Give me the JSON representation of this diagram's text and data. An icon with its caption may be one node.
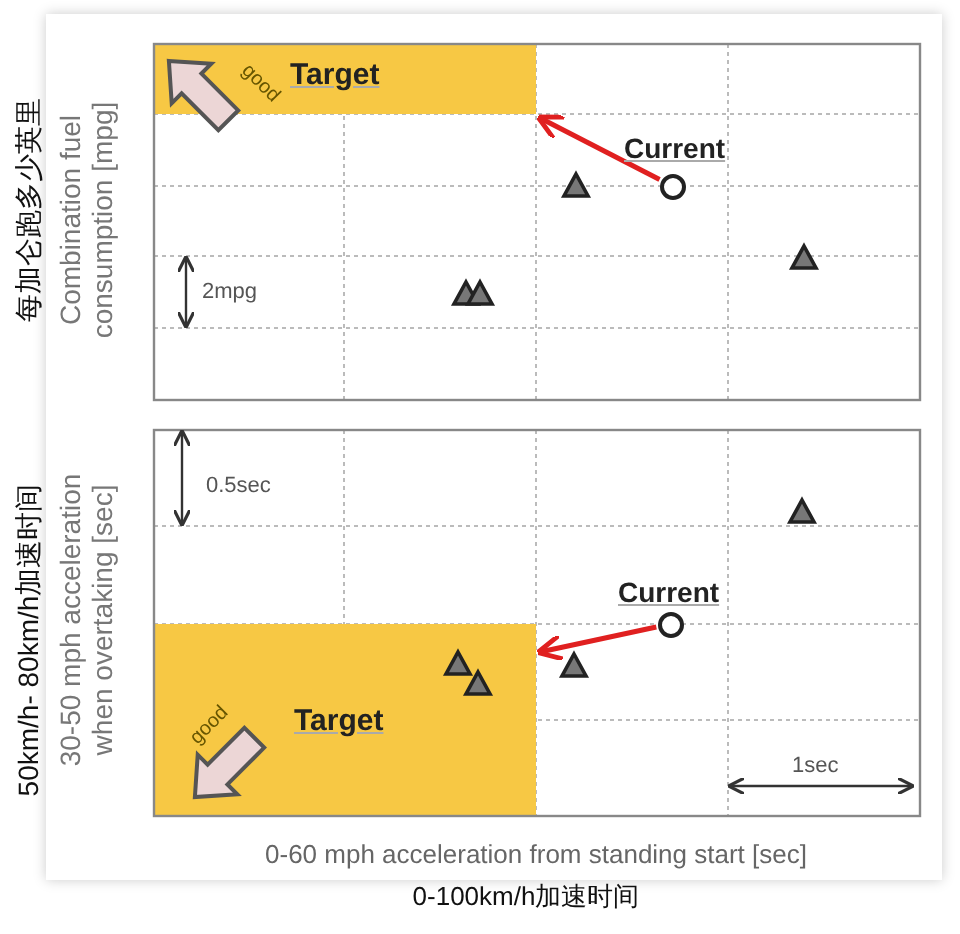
{
  "diagram": {
    "nodes": [
      {
        "text": [
          "Target"
        ]
      },
      {
        "text": [],
        "shape": "circle",
        "beside": [
          "Current"
        ]
      },
      {
        "text": [
          "Target"
        ]
      },
      {
        "text": [],
        "shape": "circle",
        "beside": [
          "Current"
        ]
      }
    ],
    "edges": [
      {
        "from": 1,
        "to": 0,
        "arrow": "to"
      },
      {
        "from": 3,
        "to": 2,
        "arrow": "to"
      }
    ],
    "labels": [
      "good",
      "每加仑跑多少英里",
      "Combination fuel consumption [mpg]",
      "2mpg",
      "0.5sec",
      "50km/h- 80km/h加速时间",
      "30-50 mph acceleration when overtaking [sec]",
      "good",
      "1sec",
      "0-60 mph acceleration from standing start [sec]",
      "0-100km/h加速时间"
    ]
  }
}
